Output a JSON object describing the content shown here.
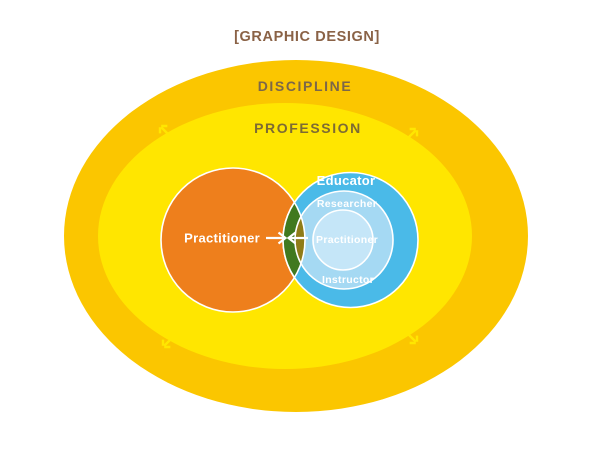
{
  "diagram": {
    "title": "[GRAPHIC DESIGN]",
    "outer_ring_label": "DISCIPLINE",
    "inner_ring_label": "PROFESSION",
    "practitioner": {
      "label": "Practitioner"
    },
    "educator": {
      "label": "Educator",
      "researcher_label": "Researcher",
      "practitioner_label": "Practitioner",
      "instructor_label": "Instructor"
    },
    "icons": {
      "corner_arrows": "double-headed diagonal exchange arrows crossing the discipline/profession boundary",
      "converging_arrows": "two white arrows meeting in the circle overlap"
    }
  },
  "colors": {
    "background": "#FFFFFF",
    "discipline_gold": "#FBC600",
    "profession_yellow": "#FFE600",
    "practitioner_orange": "#EE7F1C",
    "educator_blue": "#4ABAE8",
    "researcher_light_blue": "#A5D9F3",
    "inner_pale_blue": "#C5E6F8",
    "overlap_green": "#41791F",
    "overlap_olive": "#8F7C18",
    "title_brown": "#8A6246",
    "discipline_label_brown": "#7C6749",
    "profession_label_olive": "#7D6B33",
    "label_white": "#FFFFFF"
  }
}
